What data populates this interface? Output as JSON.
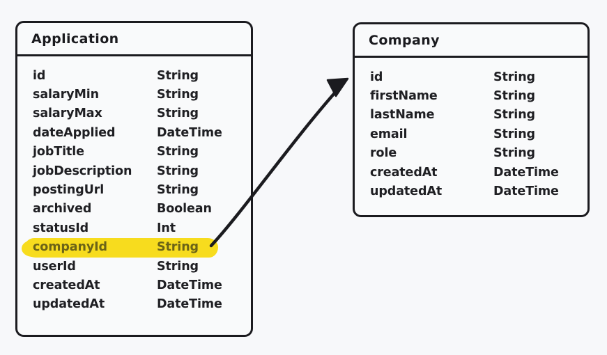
{
  "diagram": {
    "type": "entity-relationship-diagram",
    "background_color": "#f7f8fa",
    "line_color": "#1b1b1f",
    "highlight_color": "#f7dc1e"
  },
  "entities": [
    {
      "id": "application",
      "title": "Application",
      "fields": [
        {
          "name": "id",
          "type": "String",
          "highlighted": false
        },
        {
          "name": "salaryMin",
          "type": "String",
          "highlighted": false
        },
        {
          "name": "salaryMax",
          "type": "String",
          "highlighted": false
        },
        {
          "name": "dateApplied",
          "type": "DateTime",
          "highlighted": false
        },
        {
          "name": "jobTitle",
          "type": "String",
          "highlighted": false
        },
        {
          "name": "jobDescription",
          "type": "String",
          "highlighted": false
        },
        {
          "name": "postingUrl",
          "type": "String",
          "highlighted": false
        },
        {
          "name": "archived",
          "type": "Boolean",
          "highlighted": false
        },
        {
          "name": "statusId",
          "type": "Int",
          "highlighted": false
        },
        {
          "name": "companyId",
          "type": "String",
          "highlighted": true
        },
        {
          "name": "userId",
          "type": "String",
          "highlighted": false
        },
        {
          "name": "createdAt",
          "type": "DateTime",
          "highlighted": false
        },
        {
          "name": "updatedAt",
          "type": "DateTime",
          "highlighted": false
        }
      ]
    },
    {
      "id": "company",
      "title": "Company",
      "fields": [
        {
          "name": "id",
          "type": "String",
          "highlighted": false
        },
        {
          "name": "firstName",
          "type": "String",
          "highlighted": false
        },
        {
          "name": "lastName",
          "type": "String",
          "highlighted": false
        },
        {
          "name": "email",
          "type": "String",
          "highlighted": false
        },
        {
          "name": "role",
          "type": "String",
          "highlighted": false
        },
        {
          "name": "createdAt",
          "type": "DateTime",
          "highlighted": false
        },
        {
          "name": "updatedAt",
          "type": "DateTime",
          "highlighted": false
        }
      ]
    }
  ],
  "relations": [
    {
      "id": "companyid-to-company",
      "from_entity": "application",
      "from_field": "companyId",
      "to_entity": "company",
      "arrow": "single-ended"
    }
  ]
}
